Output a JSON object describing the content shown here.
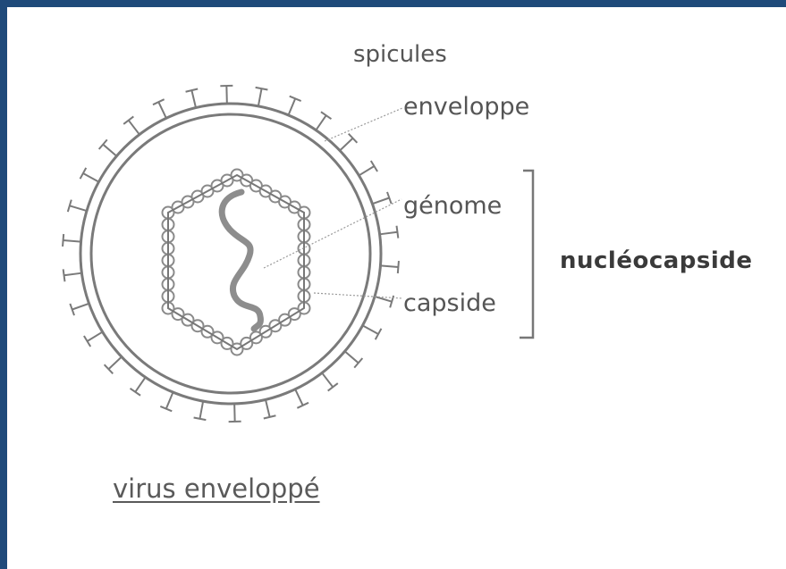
{
  "labels": {
    "spicules": "spicules",
    "envelope": "enveloppe",
    "genome": "génome",
    "capsid": "capside",
    "nucleocapsid": "nucléocapside"
  },
  "caption": "virus enveloppé",
  "colors": {
    "frame": "#1f4a7a",
    "background": "#ffffff",
    "line": "#777777",
    "genome": "#8a8a8a"
  }
}
